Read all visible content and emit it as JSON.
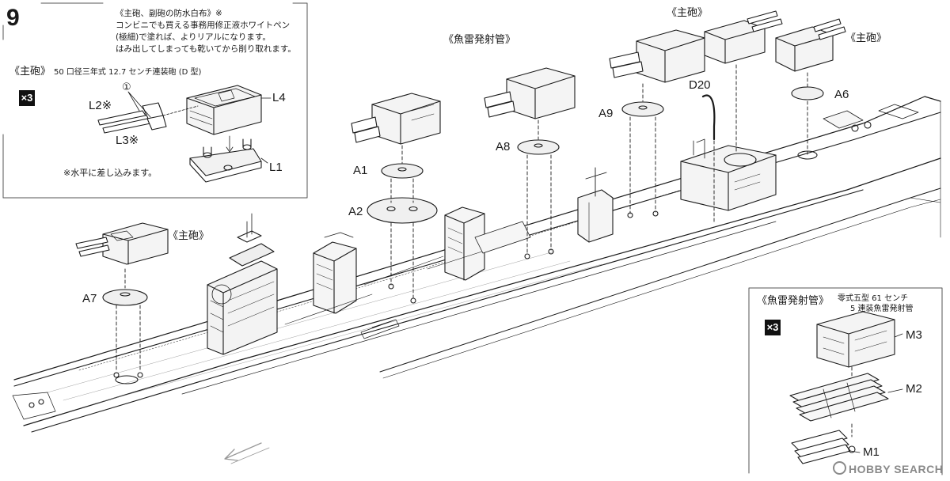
{
  "step_number": "9",
  "note": {
    "line1": "《主砲、副砲の防水白布》※",
    "line2": "コンビニでも買える事務用修正液ホワイトペン",
    "line3": "(極細)で塗れば、よりリアルになります。",
    "line4": "はみ出してしまっても乾いてから削り取れます。"
  },
  "inset_turret": {
    "title": "《主砲》",
    "subtitle": "50 口径三年式 12.7 センチ連装砲 (D 型)",
    "qty": "×3",
    "circle_mark": "①",
    "labels": {
      "L1": "L1",
      "L2": "L2※",
      "L3": "L3※",
      "L4": "L4"
    },
    "footnote": "※水平に差し込みます。"
  },
  "callouts": {
    "torpedo_top": "《魚雷発射管》",
    "main_gun_top": "《主砲》",
    "main_gun_right": "《主砲》",
    "main_gun_left": "《主砲》"
  },
  "parts": {
    "A1": "A1",
    "A2": "A2",
    "A6": "A6",
    "A7": "A7",
    "A8": "A8",
    "A9": "A9",
    "D20": "D20"
  },
  "inset_torpedo": {
    "title": "《魚雷発射管》",
    "subtitle_line1": "零式五型 61 センチ",
    "subtitle_line2": "5 連装魚雷発射管",
    "qty": "×3",
    "labels": {
      "M1": "M1",
      "M2": "M2",
      "M3": "M3"
    }
  },
  "watermark": "HOBBY SEARCH"
}
